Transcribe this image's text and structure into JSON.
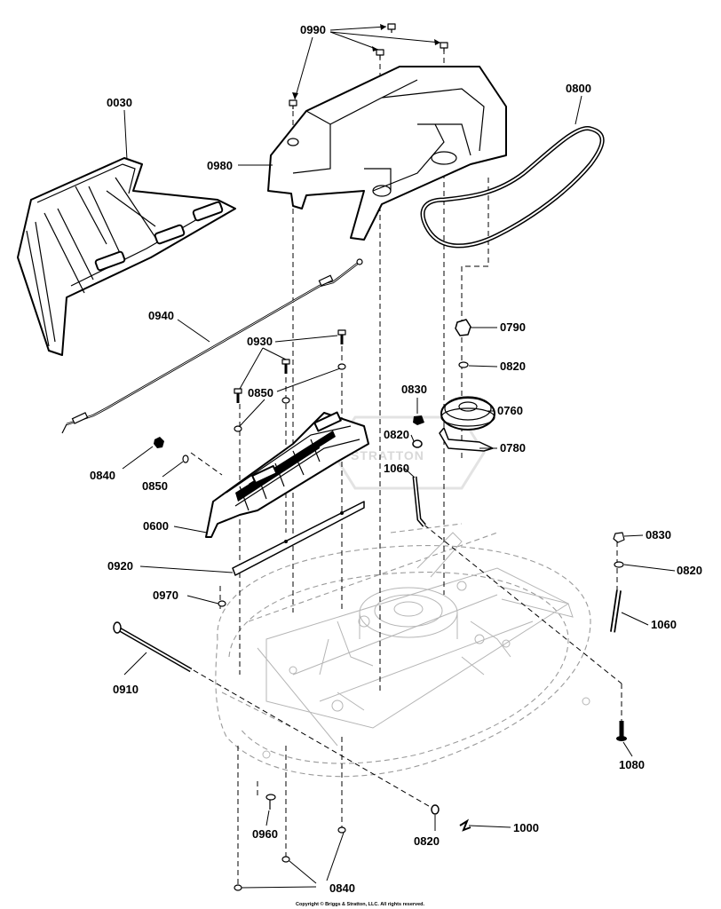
{
  "labels": [
    {
      "text": "0990"
    },
    {
      "text": "0030"
    },
    {
      "text": "0980"
    },
    {
      "text": "0800"
    },
    {
      "text": "0940"
    },
    {
      "text": "0930"
    },
    {
      "text": "0850"
    },
    {
      "text": "0790"
    },
    {
      "text": "0820"
    },
    {
      "text": "0830"
    },
    {
      "text": "0760"
    },
    {
      "text": "0820"
    },
    {
      "text": "0780"
    },
    {
      "text": "0840"
    },
    {
      "text": "0850"
    },
    {
      "text": "1060"
    },
    {
      "text": "0600"
    },
    {
      "text": "0830"
    },
    {
      "text": "0920"
    },
    {
      "text": "0820"
    },
    {
      "text": "0970"
    },
    {
      "text": "1060"
    },
    {
      "text": "0910"
    },
    {
      "text": "1080"
    },
    {
      "text": "0960"
    },
    {
      "text": "0820"
    },
    {
      "text": "1000"
    },
    {
      "text": "0840"
    }
  ],
  "watermark": "STRATTON",
  "copyright": "Copyright © Briggs & Stratton, LLC. All rights reserved."
}
